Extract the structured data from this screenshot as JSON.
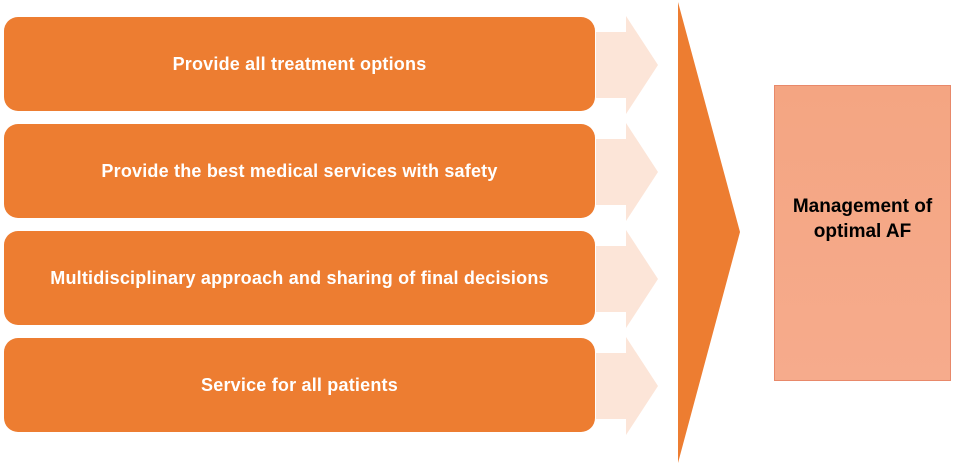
{
  "diagram": {
    "steps": [
      {
        "label": "Provide all treatment options"
      },
      {
        "label": "Provide the best medical services with safety"
      },
      {
        "label": "Multidisciplinary approach and sharing of final decisions"
      },
      {
        "label": "Service for all patients"
      }
    ],
    "outcome": {
      "label": "Management of optimal AF"
    }
  },
  "colors": {
    "step_fill": "#ed7d31",
    "step_text": "#ffffff",
    "connector_arrow": "#fce4d6",
    "converge_arrow": "#ed7d31",
    "outcome_fill": "#f4a582",
    "outcome_text": "#000000"
  },
  "icons": {
    "connector": "chevron-right-arrow",
    "converge": "large-right-triangle"
  }
}
